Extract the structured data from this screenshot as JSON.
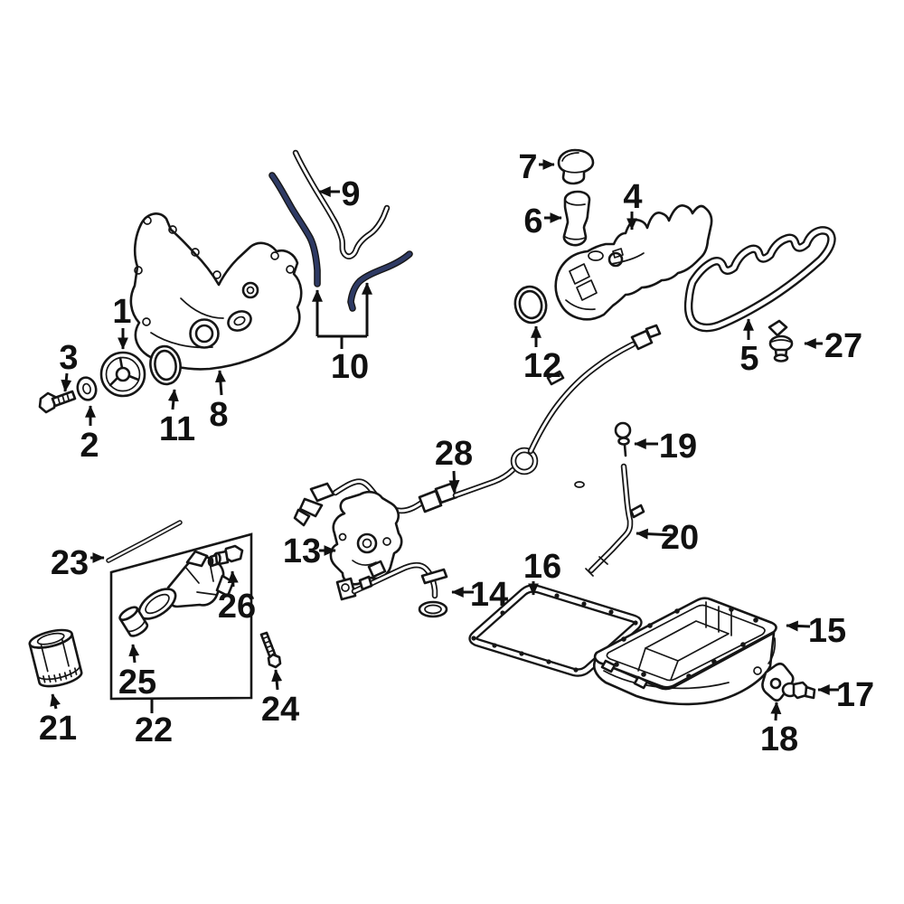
{
  "colors": {
    "background": "#ffffff",
    "line": "#161616",
    "highlight_blue": "#2e3a64"
  },
  "callouts": [
    {
      "label": "1"
    },
    {
      "label": "2"
    },
    {
      "label": "3"
    },
    {
      "label": "4"
    },
    {
      "label": "5"
    },
    {
      "label": "6"
    },
    {
      "label": "7"
    },
    {
      "label": "8"
    },
    {
      "label": "9"
    },
    {
      "label": "10"
    },
    {
      "label": "11"
    },
    {
      "label": "12"
    },
    {
      "label": "13"
    },
    {
      "label": "14"
    },
    {
      "label": "15"
    },
    {
      "label": "16"
    },
    {
      "label": "17"
    },
    {
      "label": "18"
    },
    {
      "label": "19"
    },
    {
      "label": "20"
    },
    {
      "label": "21"
    },
    {
      "label": "22"
    },
    {
      "label": "23"
    },
    {
      "label": "24"
    },
    {
      "label": "25"
    },
    {
      "label": "26"
    },
    {
      "label": "27"
    },
    {
      "label": "28"
    }
  ]
}
